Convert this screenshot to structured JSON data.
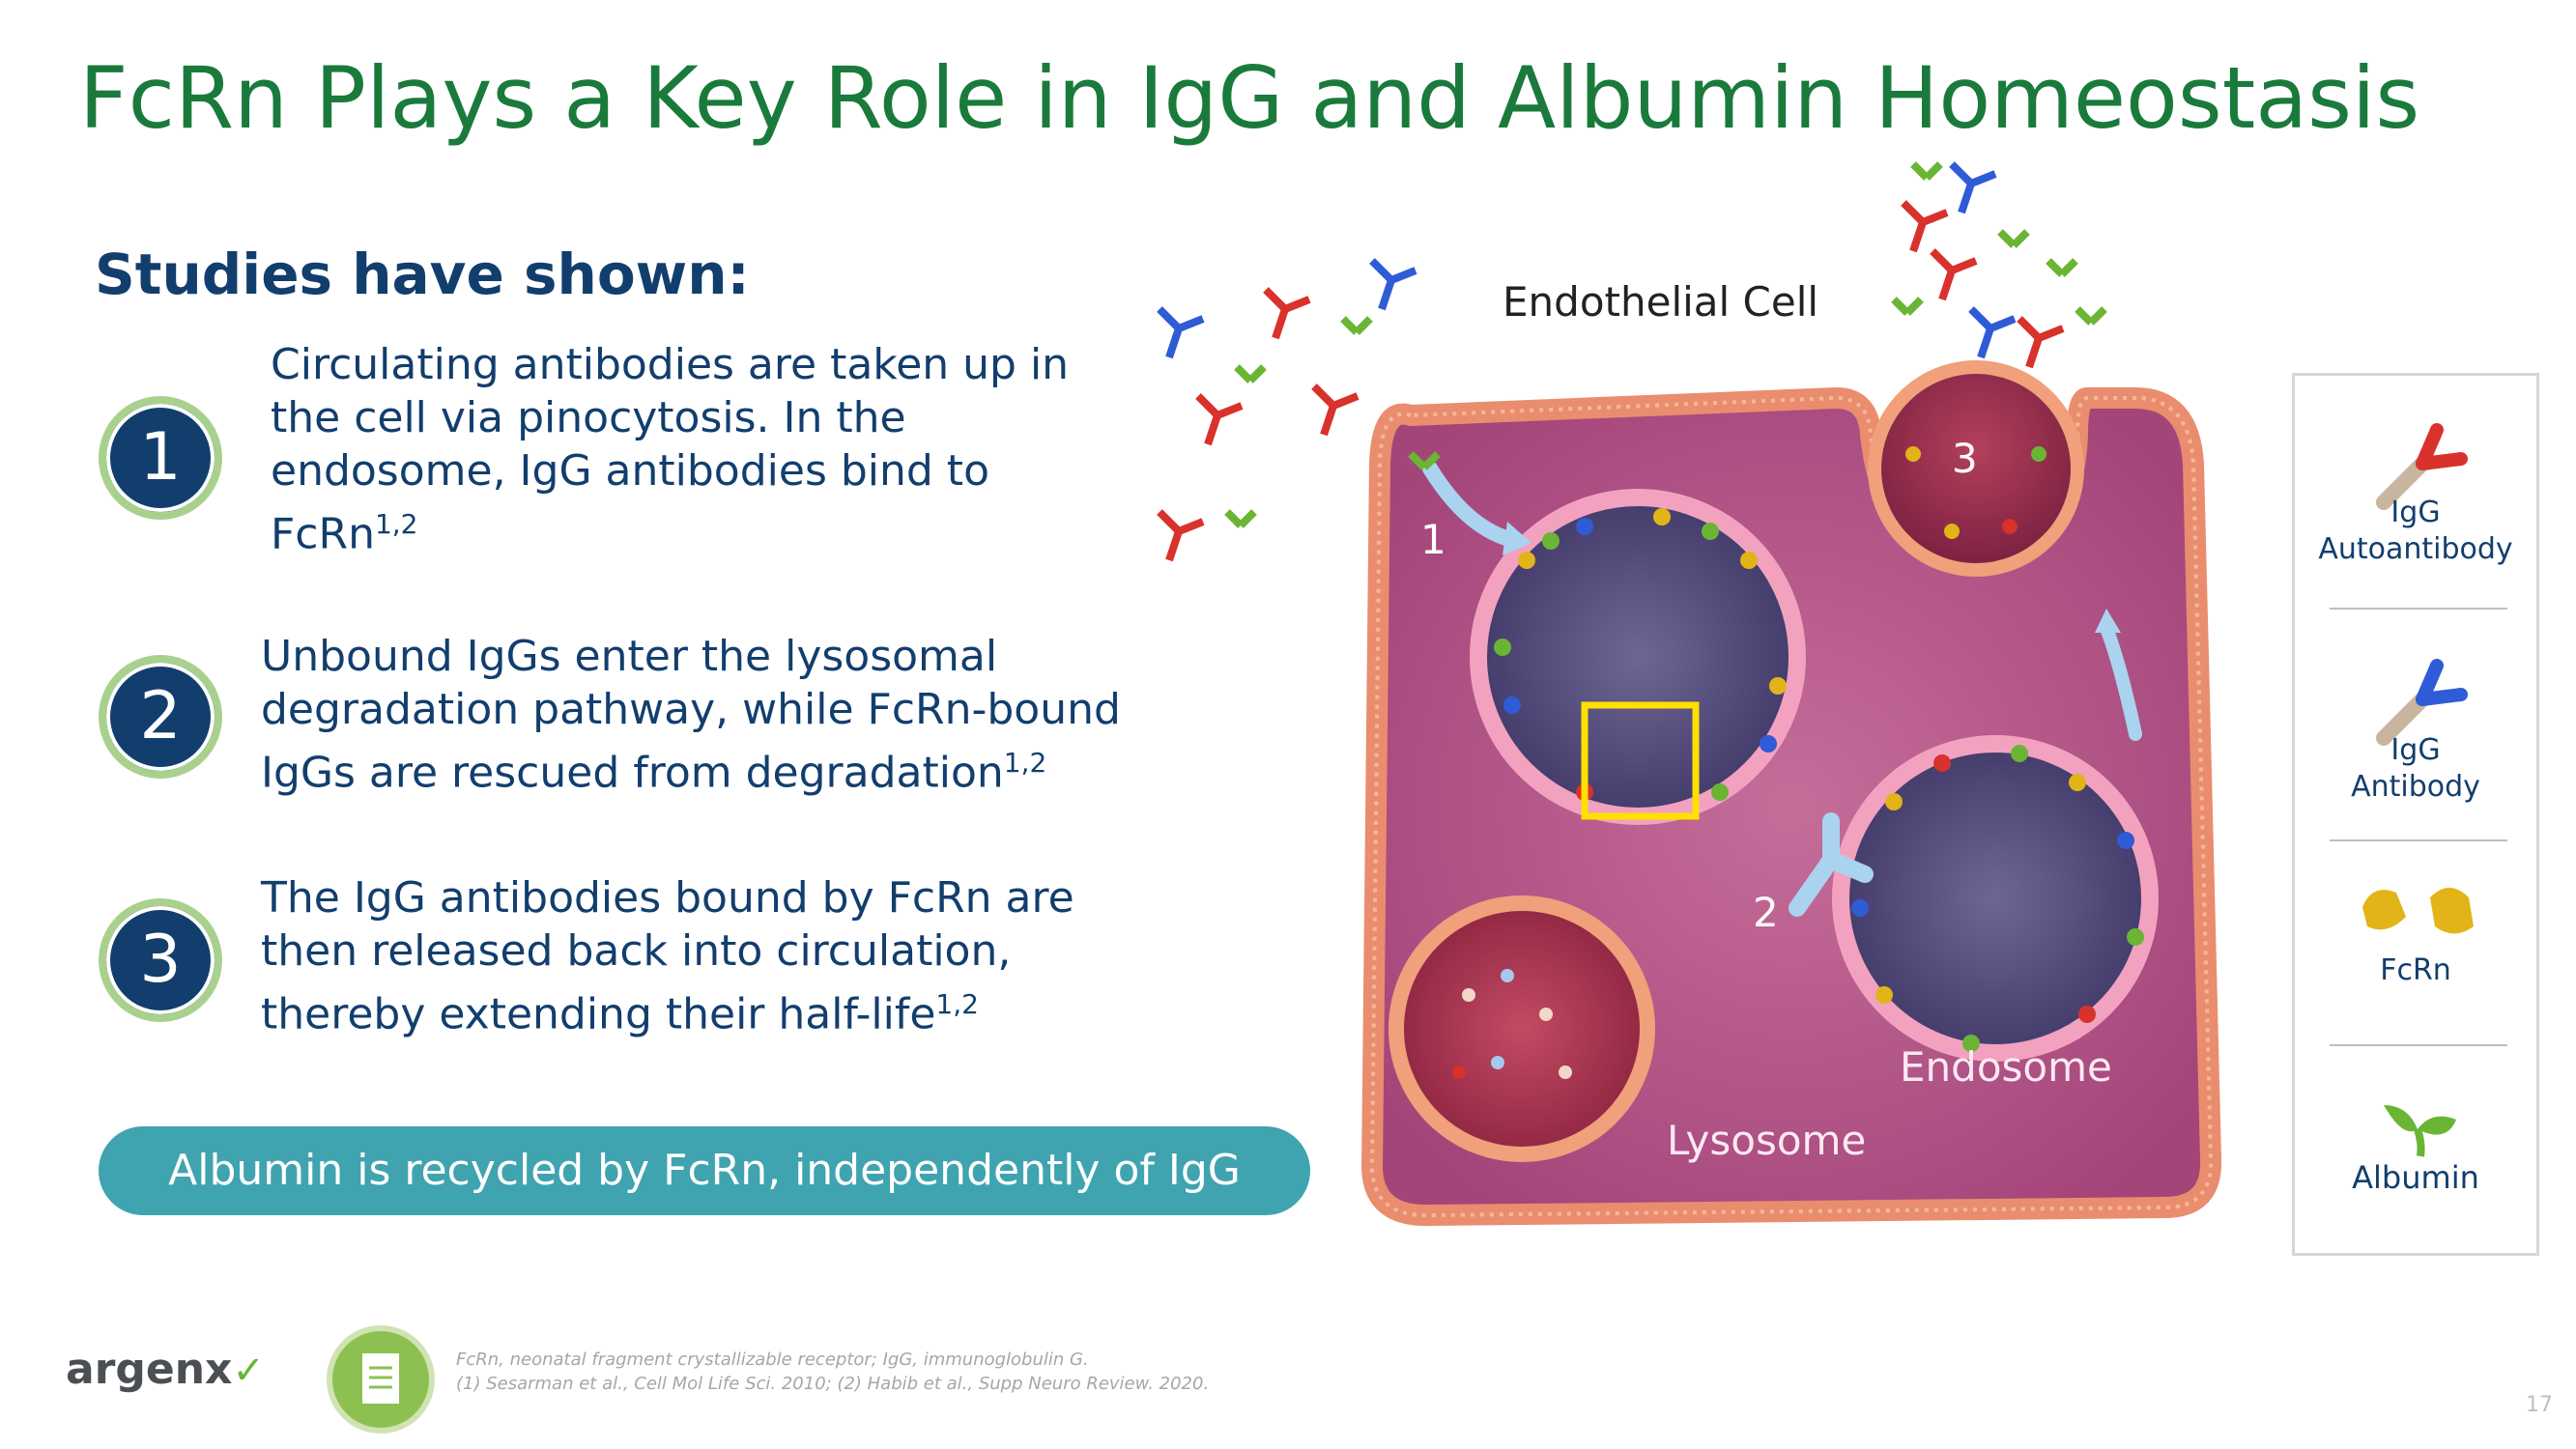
{
  "title": "FcRn Plays a Key Role in IgG and Albumin Homeostasis",
  "intro": "Studies have shown:",
  "points": [
    {
      "number": "1",
      "lines": [
        "Circulating antibodies are taken up in",
        "the cell via pinocytosis. In the",
        "endosome, IgG antibodies bind to",
        "FcRn"
      ],
      "sup": "1,2"
    },
    {
      "number": "2",
      "lines": [
        "Unbound IgGs enter the lysosomal",
        "degradation pathway, while FcRn-bound",
        "IgGs are rescued from degradation"
      ],
      "sup": "1,2"
    },
    {
      "number": "3",
      "lines": [
        "The IgG antibodies bound by FcRn are",
        "then released back into circulation,",
        "thereby extending their half-life"
      ],
      "sup": "1,2"
    }
  ],
  "banner": "Albumin is recycled by FcRn, independently of IgG",
  "diagram": {
    "cell_label": "Endothelial Cell",
    "endosome_label": "Endosome",
    "lysosome_label": "Lysosome",
    "step1": "1",
    "step2": "2",
    "step3": "3"
  },
  "legend": {
    "igg_auto_1": "IgG",
    "igg_auto_2": "Autoantibody",
    "igg_1": "IgG",
    "igg_2": "Antibody",
    "fcrn": "FcRn",
    "albumin": "Albumin"
  },
  "footnote": {
    "line1": "FcRn, neonatal fragment crystallizable receptor; IgG, immunoglobulin G.",
    "line2": "(1) Sesarman et al., Cell Mol Life Sci. 2010; (2) Habib et al., Supp Neuro Review. 2020."
  },
  "logo": "argenx",
  "page_number": "17",
  "colors": {
    "title": "#1a7a3c",
    "navy": "#123e6e",
    "banner": "#3fa4b0",
    "badge_ring": "#a9d18e",
    "highlight": "#ffe000",
    "igg_red": "#d9312b",
    "igg_blue": "#2f5bd6",
    "albumin": "#6ab533",
    "fcrn": "#e2b418"
  }
}
